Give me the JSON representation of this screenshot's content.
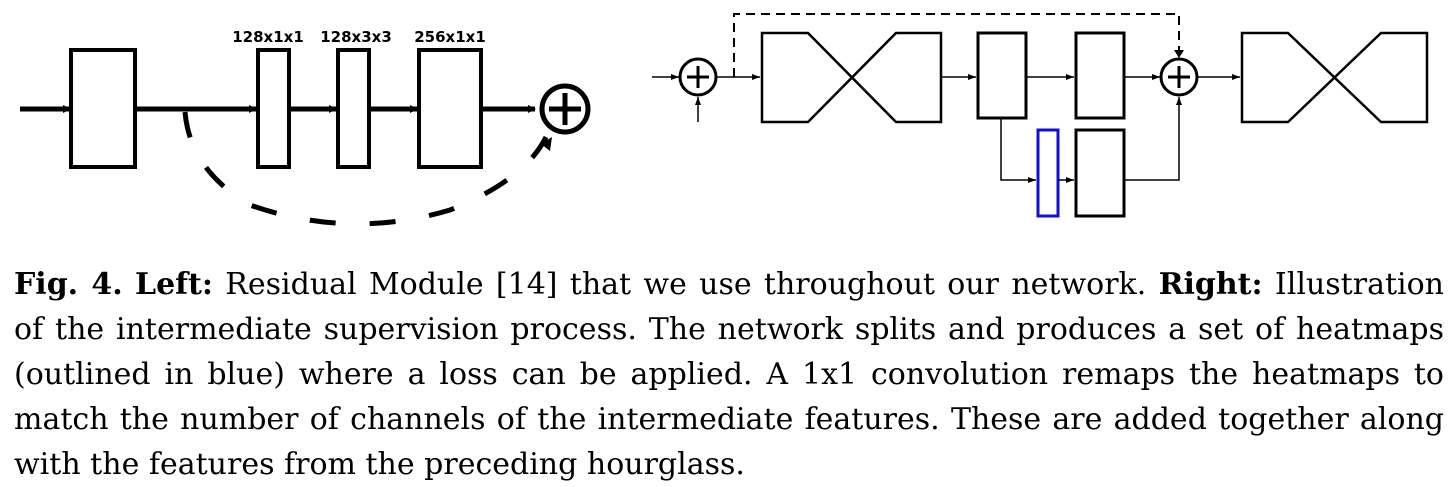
{
  "left_module": {
    "labels": [
      "128x1x1",
      "128x3x3",
      "256x1x1"
    ]
  },
  "caption": {
    "fig_label": "Fig. 4.",
    "left_label": "Left:",
    "left_text": " Residual Module [14] that we use throughout our network. ",
    "right_label": "Right:",
    "right_text": " Illus­tration of the intermediate supervision process. The network splits and produces a set of heatmaps (outlined in blue) where a loss can be applied. A 1x1 convolution remaps the heatmaps to match the number of channels of the intermediate features. These are added together along with the features from the preceding hourglass."
  },
  "colors": {
    "stroke": "#000000",
    "heatmap_outline": "#1010d0"
  }
}
